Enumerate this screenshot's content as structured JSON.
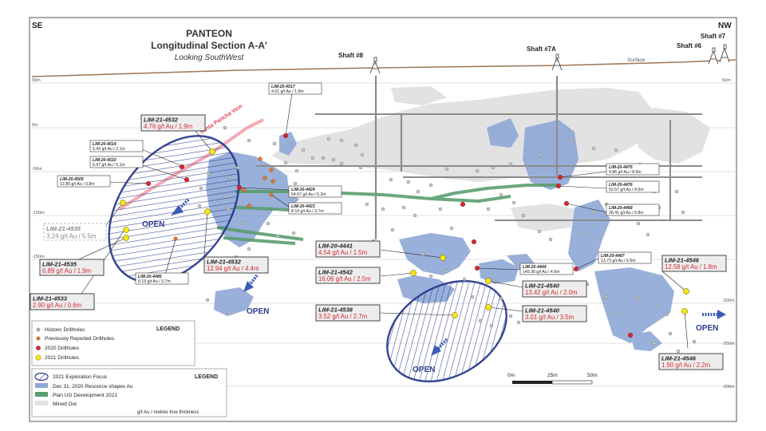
{
  "header": {
    "left_dir": "SE",
    "right_dir": "NW",
    "title_1": "PANTEON",
    "title_2": "Longitudinal Section A-A'",
    "title_3": "Looking SouthWest"
  },
  "shafts": [
    {
      "id": "shaft8",
      "label": "Shaft #8"
    },
    {
      "id": "shaft7a",
      "label": "Shaft #7A"
    },
    {
      "id": "shaft6",
      "label": "Shaft #6"
    },
    {
      "id": "shaft7",
      "label": "Shaft #7"
    }
  ],
  "surface_label": "Surface",
  "vein_label": "Santa Pancha Vein",
  "elevations": [
    "50m",
    "0m",
    "-50m",
    "-100m",
    "-150m",
    "-200m",
    "-250m",
    "-300m"
  ],
  "open_label": "OPEN",
  "callouts": [
    {
      "id": "c4517",
      "hole": "LIM-20-4517",
      "grade": "4.01 g/t Au / 1.9m",
      "style": "small"
    },
    {
      "id": "c4532a",
      "hole": "LIM-21-4532",
      "grade": "4.76 g/t Au / 1.9m",
      "style": "big"
    },
    {
      "id": "c4514",
      "hole": "LIM-20-4514",
      "grade": "5.43 g/t Au / 2.1m",
      "style": "small"
    },
    {
      "id": "c4510",
      "hole": "LIM-20-4510",
      "grade": "6.97 g/t Au / 5.1m",
      "style": "small"
    },
    {
      "id": "c4505",
      "hole": "LIM-20-4505",
      "grade": "12.80 g/t Au / 0.8m",
      "style": "small"
    },
    {
      "id": "c4424",
      "hole": "LIM-20-4424",
      "grade": "54.67 g/t Au / 5.2m",
      "style": "small"
    },
    {
      "id": "c4423",
      "hole": "LIM-20-4423",
      "grade": "8.19 g/t Au / 3.7m",
      "style": "small"
    },
    {
      "id": "c4535a",
      "hole": "LIM-21-4535",
      "grade": "3.24 g/t Au / 5.5m",
      "style": "dashed"
    },
    {
      "id": "c4535b",
      "hole": "LIM-21-4535",
      "grade": "6.89 g/t Au / 1.9m",
      "style": "big"
    },
    {
      "id": "c4532b",
      "hole": "LIM-21-4532",
      "grade": "12.94 g/t Au / 4.4m",
      "style": "big"
    },
    {
      "id": "c4485",
      "hole": "LIM-20-4485",
      "grade": "8.19 g/t Au / 3.7m",
      "style": "small"
    },
    {
      "id": "c4533",
      "hole": "LIM-21-4533",
      "grade": "2.90 g/t Au / 0.6m",
      "style": "big"
    },
    {
      "id": "c4441",
      "hole": "LIM-20-4441",
      "grade": "4.54 g/t Au / 1.5m",
      "style": "big"
    },
    {
      "id": "c4542",
      "hole": "LIM-21-4542",
      "grade": "16.06 g/t Au / 2.5m",
      "style": "big"
    },
    {
      "id": "c4538",
      "hole": "LIM-21-4538",
      "grade": "3.52 g/t Au / 2.7m",
      "style": "big"
    },
    {
      "id": "c4444",
      "hole": "LIM-20-4444",
      "grade": "149.36 g/t Au / 4.6m",
      "style": "small"
    },
    {
      "id": "c4540a",
      "hole": "LIM-21-4540",
      "grade": "13.42 g/t Au / 2.0m",
      "style": "big"
    },
    {
      "id": "c4540b",
      "hole": "LIM-21-4540",
      "grade": "3.01 g/t Au / 3.5m",
      "style": "big"
    },
    {
      "id": "c4475",
      "hole": "LIM-20-4475",
      "grade": "4.86 g/t Au / 8.6m",
      "style": "small"
    },
    {
      "id": "c4476",
      "hole": "LIM-20-4476",
      "grade": "62.67 g/t Au / 4.0m",
      "style": "small"
    },
    {
      "id": "c4468",
      "hole": "LIM-20-4468",
      "grade": "28.41 g/t Au / 6.8m",
      "style": "small"
    },
    {
      "id": "c4467",
      "hole": "LIM-20-4467",
      "grade": "13.73 g/t Au / 6.5m",
      "style": "small"
    },
    {
      "id": "c4546a",
      "hole": "LIM-21-4546",
      "grade": "12.58 g/t Au / 1.8m",
      "style": "big"
    },
    {
      "id": "c4546b",
      "hole": "LIM-21-4546",
      "grade": "1.90 g/t Au / 2.2m",
      "style": "big"
    }
  ],
  "legend1": {
    "title": "LEGEND",
    "items": [
      {
        "id": "historic",
        "label": "Historic Drillholes",
        "color": "#b5b5b5"
      },
      {
        "id": "previous",
        "label": "Previously Reported Drillholes",
        "color": "#e87722"
      },
      {
        "id": "d2020",
        "label": "2020 Drillholes",
        "color": "#d7282f"
      },
      {
        "id": "d2021",
        "label": "2021 Drillholes",
        "color": "#f5e616"
      }
    ]
  },
  "legend2": {
    "title": "LEGEND",
    "items": [
      {
        "id": "focus",
        "label": "2021 Exploration Focus"
      },
      {
        "id": "resource",
        "label": "Dec 31, 2020 Resource shapes Au",
        "color": "#8ea8d6"
      },
      {
        "id": "plan",
        "label": "Plan UG Development 2021",
        "color": "#5a9e6f"
      },
      {
        "id": "mined",
        "label": "Mined Out",
        "color": "#e2e2e2"
      }
    ],
    "footnote": "g/t Au / metres true thickness"
  },
  "scale": {
    "labels": [
      "0m",
      "25m",
      "50m"
    ]
  }
}
